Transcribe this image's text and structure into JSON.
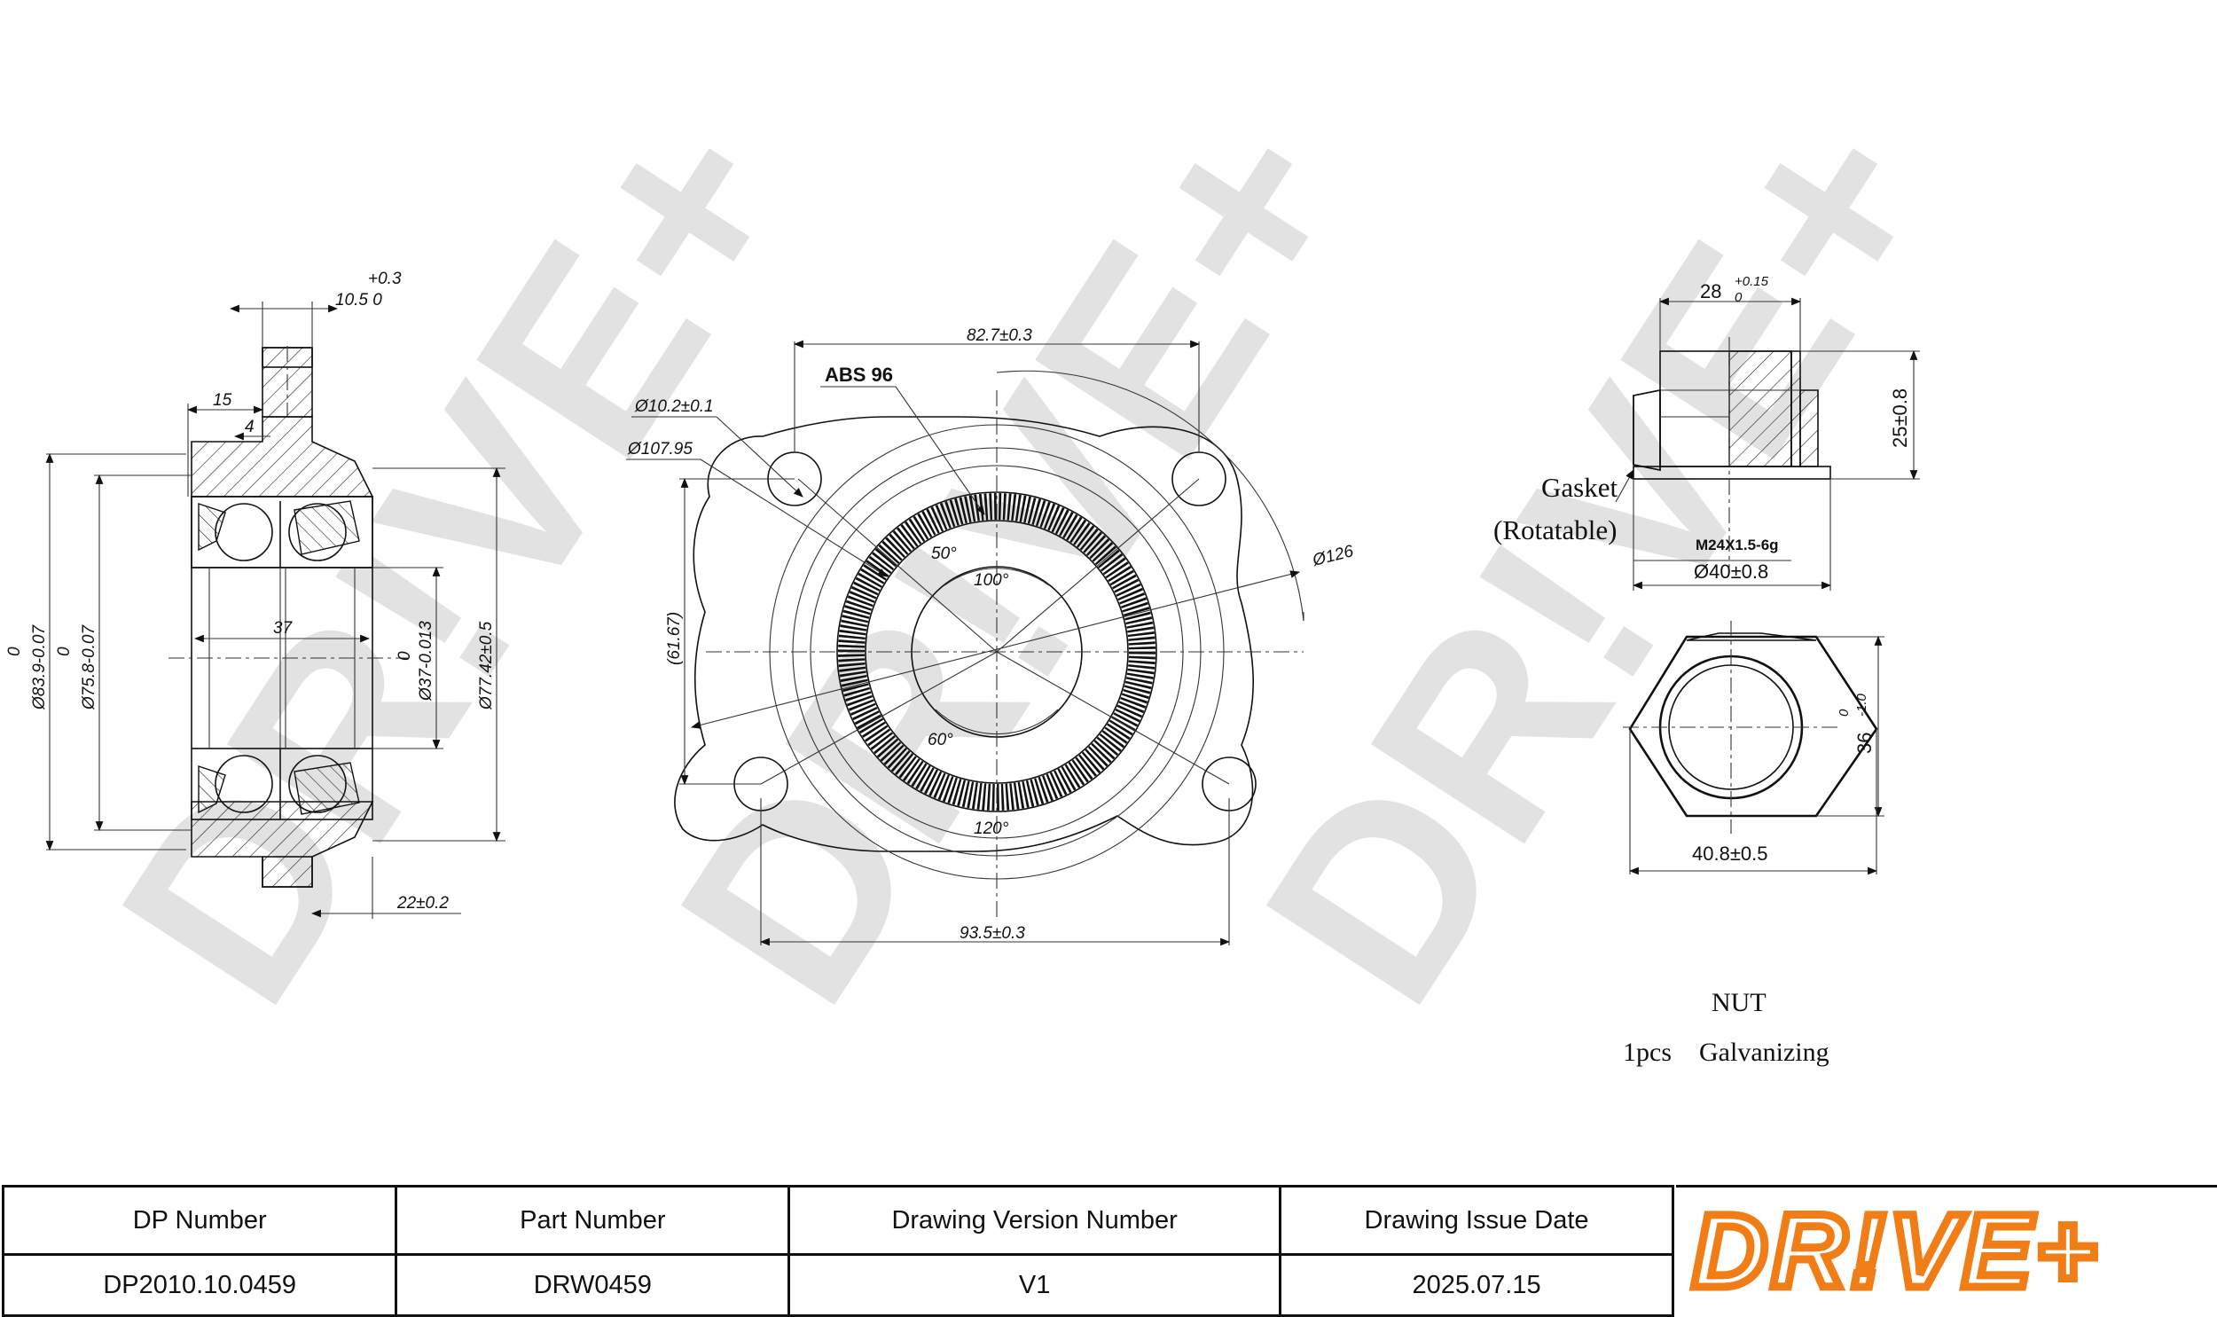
{
  "watermark": "DR!VE+",
  "drawing": {
    "bearing": {
      "dim_width_top_tol": "+0.3",
      "dim_width_top": "10.5  0",
      "dim_15": "15",
      "dim_4": "4",
      "dim_37": "37",
      "dim_od_tol": "0",
      "dim_od": "Ø83.9-0.07",
      "dim_id_tol": "0",
      "dim_id": "Ø75.8-0.07",
      "dim_bore": "Ø37-0.013",
      "dim_bore_tol": "0",
      "dim_outer": "Ø77.42±0.5",
      "dim_width_bottom": "22±0.2"
    },
    "flange": {
      "dim_top": "82.7±0.3",
      "label_abs": "ABS 96",
      "dim_hole": "Ø10.2±0.1",
      "dim_pcd": "Ø107.95",
      "dim_height": "(61.67)",
      "dim_126": "Ø126",
      "angle_50": "50°",
      "angle_100": "100°",
      "angle_60": "60°",
      "angle_120": "120°",
      "dim_bottom": "93.5±0.3"
    },
    "nut": {
      "dim_28": "28",
      "dim_28_tol_upper": "+0.15",
      "dim_28_tol_lower": "0",
      "dim_25": "25±0.8",
      "gasket": "Gasket",
      "rotatable": "(Rotatable)",
      "thread": "M24X1.5-6g",
      "dim_40": "Ø40±0.8",
      "dim_36": "36",
      "dim_36_tol_upper": "0",
      "dim_36_tol_lower": "-1.0",
      "dim_408": "40.8±0.5",
      "note_title": "NUT",
      "note_qty": "1pcs",
      "note_finish": "Galvanizing"
    }
  },
  "title_block": {
    "headers": [
      "DP Number",
      "Part Number",
      "Drawing Version Number",
      "Drawing Issue Date"
    ],
    "values": [
      "DP2010.10.0459",
      "DRW0459",
      "V1",
      "2025.07.15"
    ],
    "logo_text": "DR!VE+",
    "logo_color": "#f07d16"
  }
}
